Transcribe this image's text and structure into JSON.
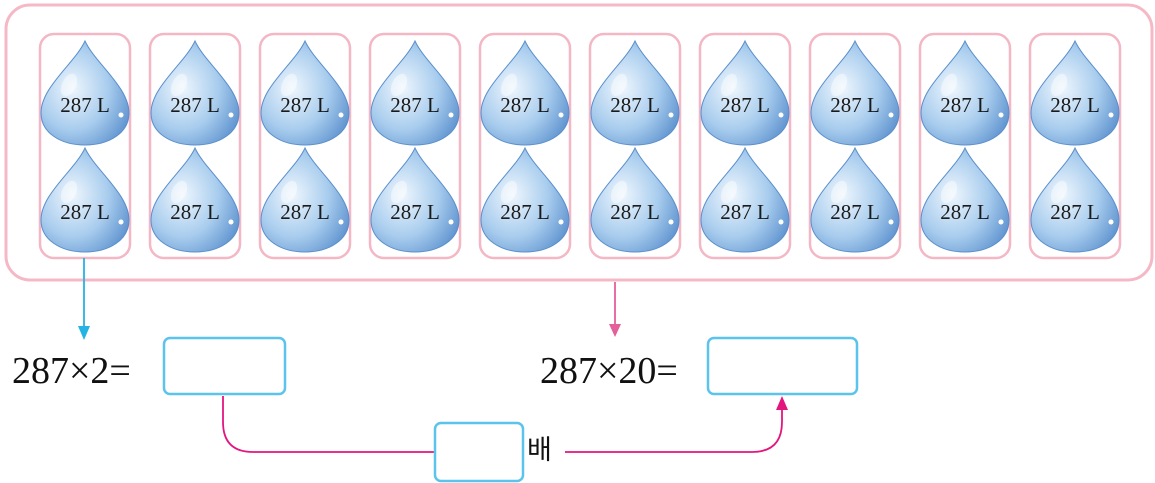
{
  "drops": {
    "label": "287 L",
    "group_count": 10,
    "per_group": 2
  },
  "equations": {
    "left": {
      "text": "287×2=",
      "answer_value": ""
    },
    "right": {
      "text": "287×20=",
      "answer_value": ""
    }
  },
  "relation": {
    "unit": "배",
    "multiplier_value": ""
  },
  "colors": {
    "outer_frame": "#f5b8c6",
    "group_frame": "#f3b7c5",
    "left_arrow": "#25b3e3",
    "right_arrow": "#e4609a",
    "connector": "#e3167f",
    "answer_box_border": "#5bc4ec",
    "drop_light": "#eef6fd",
    "drop_dark": "#4c84c7"
  }
}
